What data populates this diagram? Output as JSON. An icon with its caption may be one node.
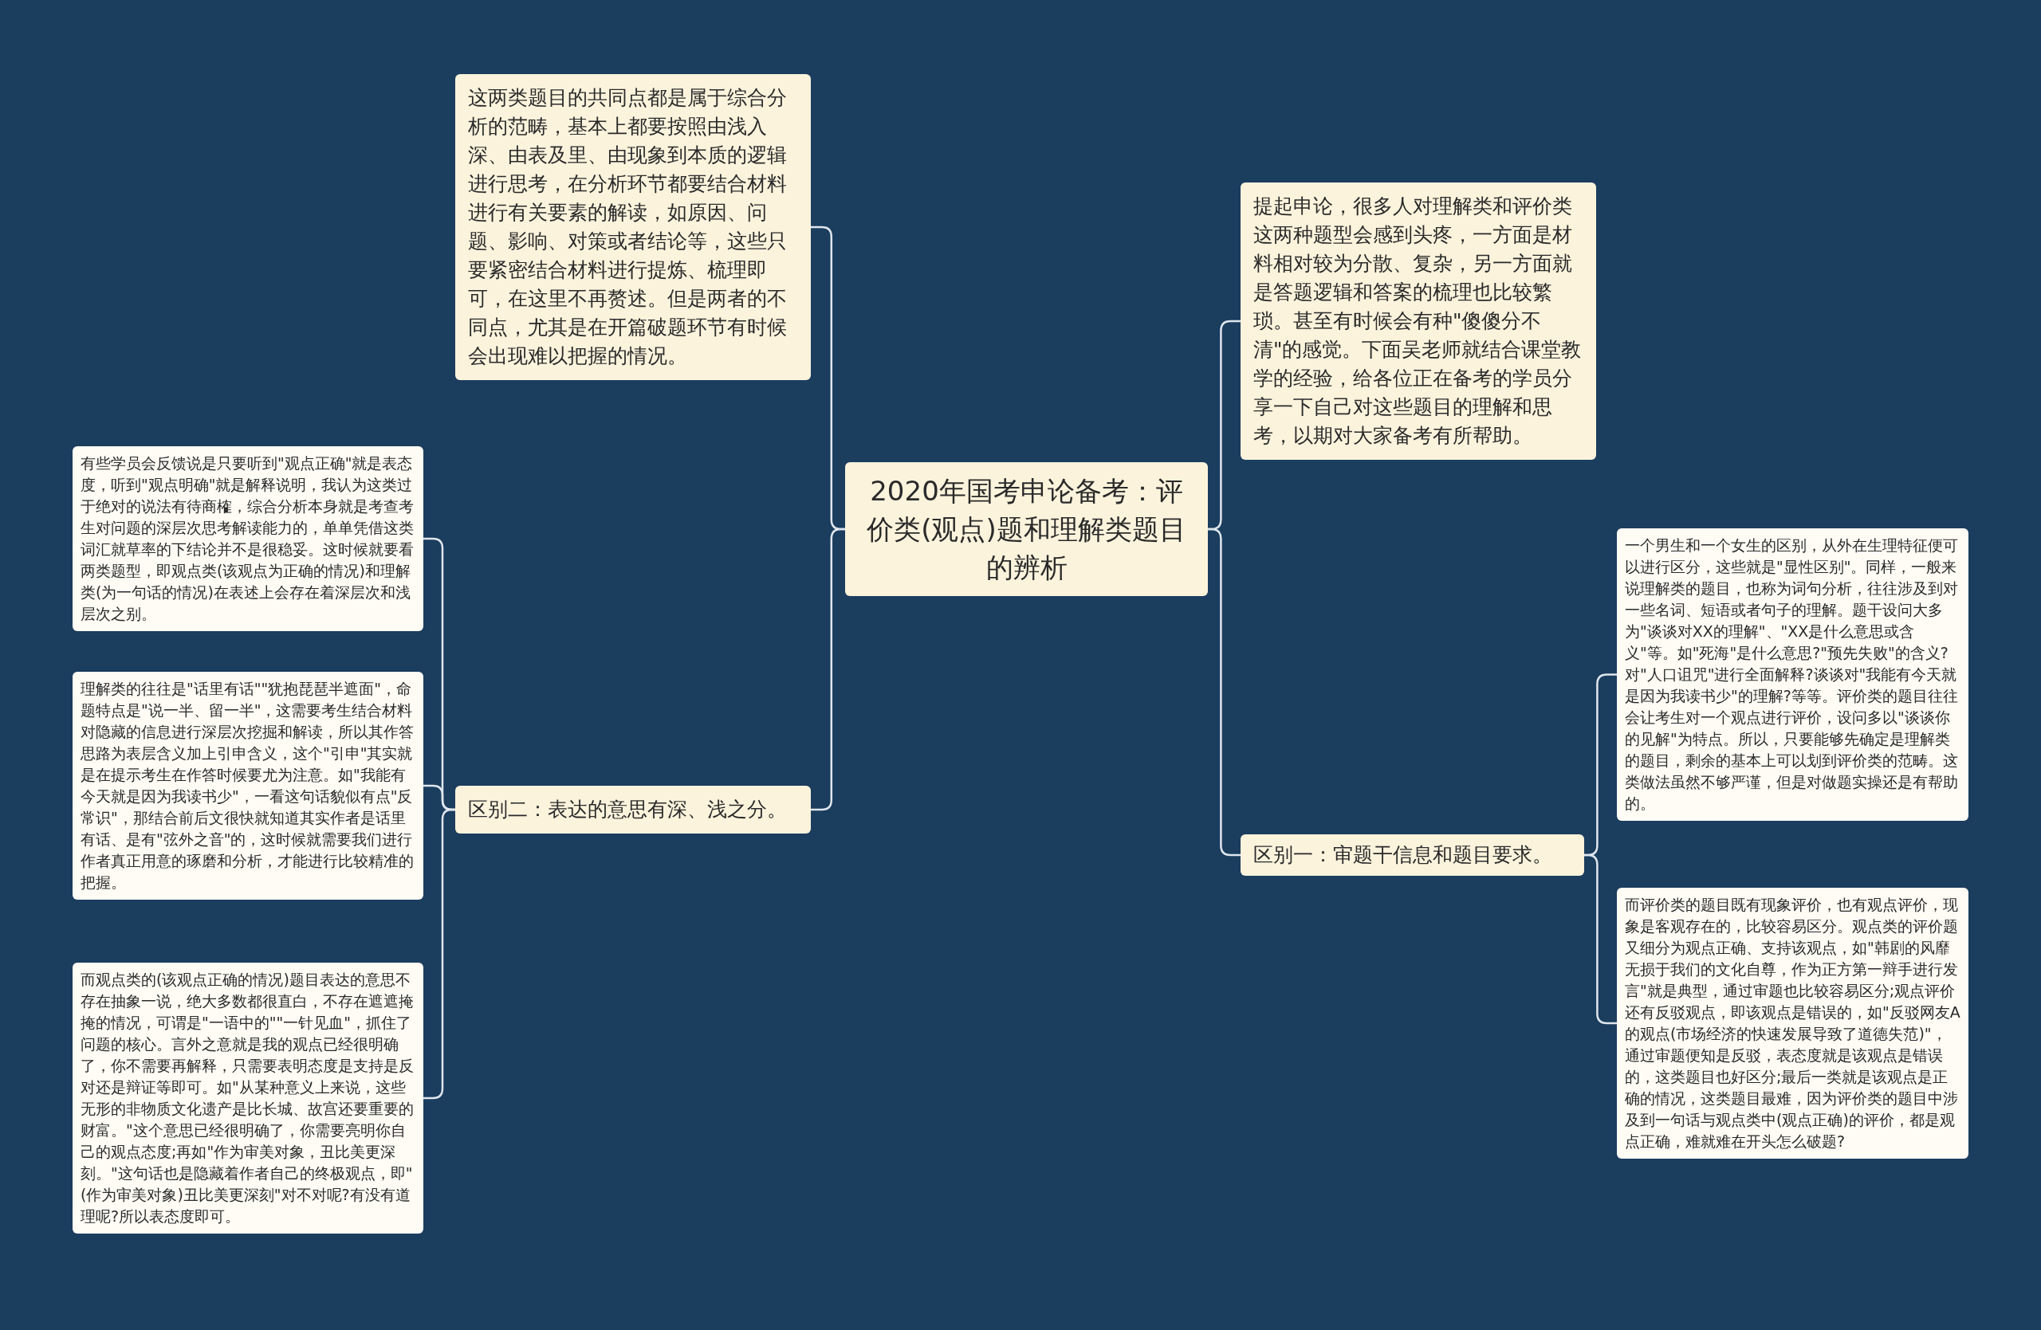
{
  "diagram": {
    "nodes": [
      {
        "text": [
          "2020年国考申论备考：评价类(观点)题和理解类题目的辨析"
        ]
      },
      {
        "text": [
          "这两类题目的共同点都是属于综合分析的范畴，基本上都要按照由浅入深、由表及里、由现象到本质的逻辑进行思考，在分析环节都要结合材料进行有关要素的解读，如原因、问题、影响、对策或者结论等，这些只要紧密结合材料进行提炼、梳理即可，在这里不再赘述。但是两者的不同点，尤其是在开篇破题环节有时候会出现难以把握的情况。"
        ]
      },
      {
        "text": [
          "区别二：表达的意思有深、浅之分。"
        ]
      },
      {
        "text": [
          "有些学员会反馈说是只要听到\"观点正确\"就是表态度，听到\"观点明确\"就是解释说明，我认为这类过于绝对的说法有待商榷，综合分析本身就是考查考生对问题的深层次思考解读能力的，单单凭借这类词汇就草率的下结论并不是很稳妥。这时候就要看两类题型，即观点类(该观点为正确的情况)和理解类(为一句话的情况)在表述上会存在着深层次和浅层次之别。"
        ]
      },
      {
        "text": [
          "理解类的往往是\"话里有话\"\"犹抱琵琶半遮面\"，命题特点是\"说一半、留一半\"，这需要考生结合材料对隐藏的信息进行深层次挖掘和解读，所以其作答思路为表层含义加上引申含义，这个\"引申\"其实就是在提示考生在作答时候要尤为注意。如\"我能有今天就是因为我读书少\"，一看这句话貌似有点\"反常识\"，那结合前后文很快就知道其实作者是话里有话、是有\"弦外之音\"的，这时候就需要我们进行作者真正用意的琢磨和分析，才能进行比较精准的把握。"
        ]
      },
      {
        "text": [
          "而观点类的(该观点正确的情况)题目表达的意思不存在抽象一说，绝大多数都很直白，不存在遮遮掩掩的情况，可谓是\"一语中的\"\"一针见血\"，抓住了问题的核心。言外之意就是我的观点已经很明确了，你不需要再解释，只需要表明态度是支持是反对还是辩证等即可。如\"从某种意义上来说，这些无形的非物质文化遗产是比长城、故宫还要重要的财富。\"这个意思已经很明确了，你需要亮明你自己的观点态度;再如\"作为审美对象，丑比美更深刻。\"这句话也是隐藏着作者自己的终极观点，即\"(作为审美对象)丑比美更深刻\"对不对呢?有没有道理呢?所以表态度即可。"
        ]
      },
      {
        "text": [
          "提起申论，很多人对理解类和评价类这两种题型会感到头疼，一方面是材料相对较为分散、复杂，另一方面就是答题逻辑和答案的梳理也比较繁琐。甚至有时候会有种\"傻傻分不清\"的感觉。下面吴老师就结合课堂教学的经验，给各位正在备考的学员分享一下自己对这些题目的理解和思考，以期对大家备考有所帮助。"
        ]
      },
      {
        "text": [
          "区别一：审题干信息和题目要求。"
        ]
      },
      {
        "text": [
          "一个男生和一个女生的区别，从外在生理特征便可以进行区分，这些就是\"显性区别\"。同样，一般来说理解类的题目，也称为词句分析，往往涉及到对一些名词、短语或者句子的理解。题干设问大多为\"谈谈对XX的理解\"、\"XX是什么意思或含义\"等。如\"死海\"是什么意思?\"预先失败\"的含义?对\"人口诅咒\"进行全面解释?谈谈对\"我能有今天就是因为我读书少\"的理解?等等。评价类的题目往往会让考生对一个观点进行评价，设问多以\"谈谈你的见解\"为特点。所以，只要能够先确定是理解类的题目，剩余的基本上可以划到评价类的范畴。这类做法虽然不够严谨，但是对做题实操还是有帮助的。"
        ]
      },
      {
        "text": [
          "而评价类的题目既有现象评价，也有观点评价，现象是客观存在的，比较容易区分。观点类的评价题又细分为观点正确、支持该观点，如\"韩剧的风靡无损于我们的文化自尊，作为正方第一辩手进行发言\"就是典型，通过审题也比较容易区分;观点评价还有反驳观点，即该观点是错误的，如\"反驳网友A 的观点(市场经济的快速发展导致了道德失范)\"，通过审题便知是反驳，表态度就是该观点是错误的，这类题目也好区分;最后一类就是该观点是正确的情况，这类题目最难，因为评价类的题目中涉及到一句话与观点类中(观点正确)的评价，都是观点正确，难就难在开头怎么破题?"
        ]
      }
    ],
    "edges": [
      {
        "from": 0,
        "to": 1,
        "arrow": "none"
      },
      {
        "from": 0,
        "to": 2,
        "arrow": "none"
      },
      {
        "from": 2,
        "to": 3,
        "arrow": "none"
      },
      {
        "from": 2,
        "to": 4,
        "arrow": "none"
      },
      {
        "from": 2,
        "to": 5,
        "arrow": "none"
      },
      {
        "from": 0,
        "to": 6,
        "arrow": "none"
      },
      {
        "from": 0,
        "to": 7,
        "arrow": "none"
      },
      {
        "from": 7,
        "to": 8,
        "arrow": "none"
      },
      {
        "from": 7,
        "to": 9,
        "arrow": "none"
      }
    ]
  }
}
